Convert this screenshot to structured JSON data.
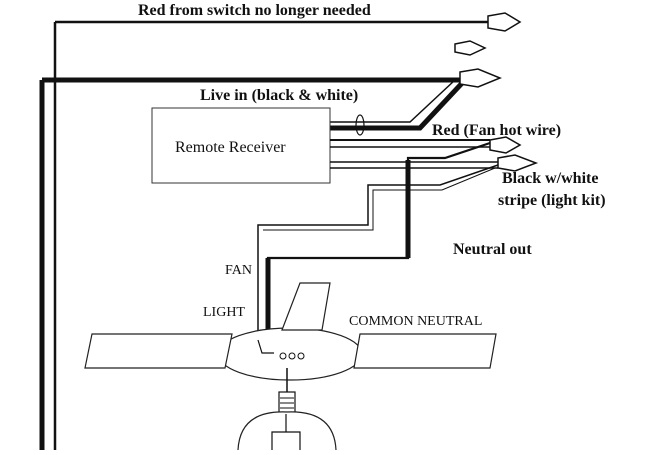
{
  "labels": {
    "red_switch": "Red from switch no longer needed",
    "live_in": "Live in (black & white)",
    "remote_receiver": "Remote Receiver",
    "red_fan_hot": "Red (Fan hot wire)",
    "black_white_line1": "Black w/white",
    "black_white_line2": "stripe (light kit)",
    "neutral_out": "Neutral out",
    "fan": "FAN",
    "light": "LIGHT",
    "common_neutral": "COMMON NEUTRAL"
  }
}
